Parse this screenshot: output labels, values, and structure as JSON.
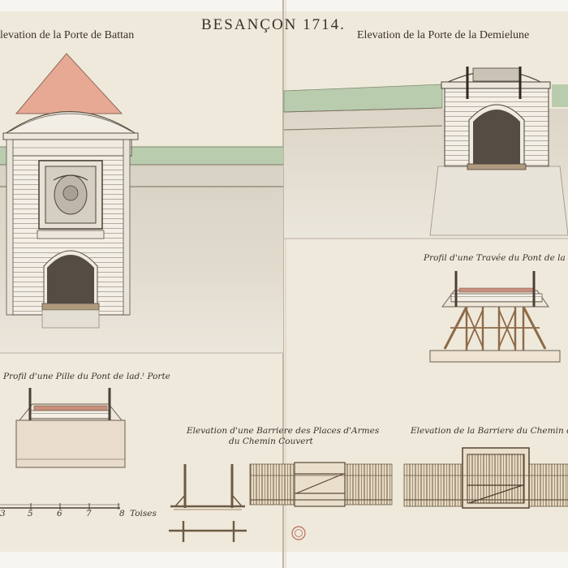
{
  "document": {
    "title": "BESANÇON 1714.",
    "captions": {
      "gate_battan": "levation de la Porte de Battan",
      "gate_demielune": "Elevation de la Porte de la Demielune",
      "trace_profile": "Profil d'une Travée du Pont de la Dem",
      "pile_profile": "Profil d'une Pille du Pont de lad.ᵗ Porte",
      "barrier_places_line1": "Elevation d'une Barriere des Places d'Armes",
      "barrier_places_line2": "du Chemin Couvert",
      "barrier_chemin": "Elevation de la Barriere du Chemin cou"
    },
    "scale": {
      "ticks": [
        "3",
        "5",
        "6",
        "7",
        "8"
      ],
      "unit": "Toises"
    },
    "colors": {
      "paper": "#efe9db",
      "wall_wash": "#dcd5c6",
      "grass": "#b9ccae",
      "roof": "#e8a994",
      "ink": "#3a3226",
      "opening": "#554c44"
    }
  }
}
